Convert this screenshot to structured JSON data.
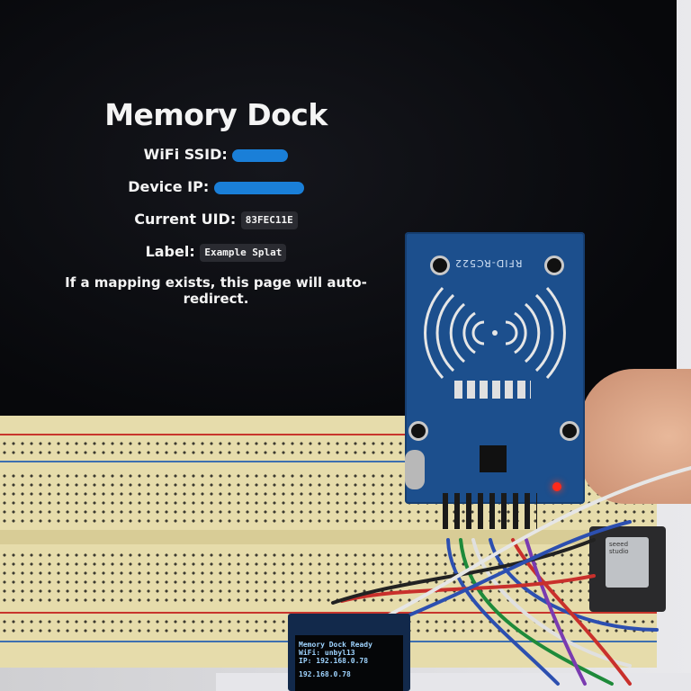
{
  "webpage": {
    "title": "Memory Dock",
    "wifi_ssid_label": "WiFi SSID:",
    "device_ip_label": "Device IP:",
    "current_uid_label": "Current UID:",
    "current_uid_value": "83FEC11E",
    "label_label": "Label:",
    "label_value": "Example Splat",
    "note": "If a mapping exists, this page will auto-redirect."
  },
  "rfid_module": {
    "label": "RFID-RC522"
  },
  "oled": {
    "line1": "Memory Dock Ready",
    "line2": "WiFi: unbyl13",
    "line3": "IP: 192.168.0.78",
    "line4": "192.168.0.78"
  },
  "xiao": {
    "label": "seeed studio"
  }
}
